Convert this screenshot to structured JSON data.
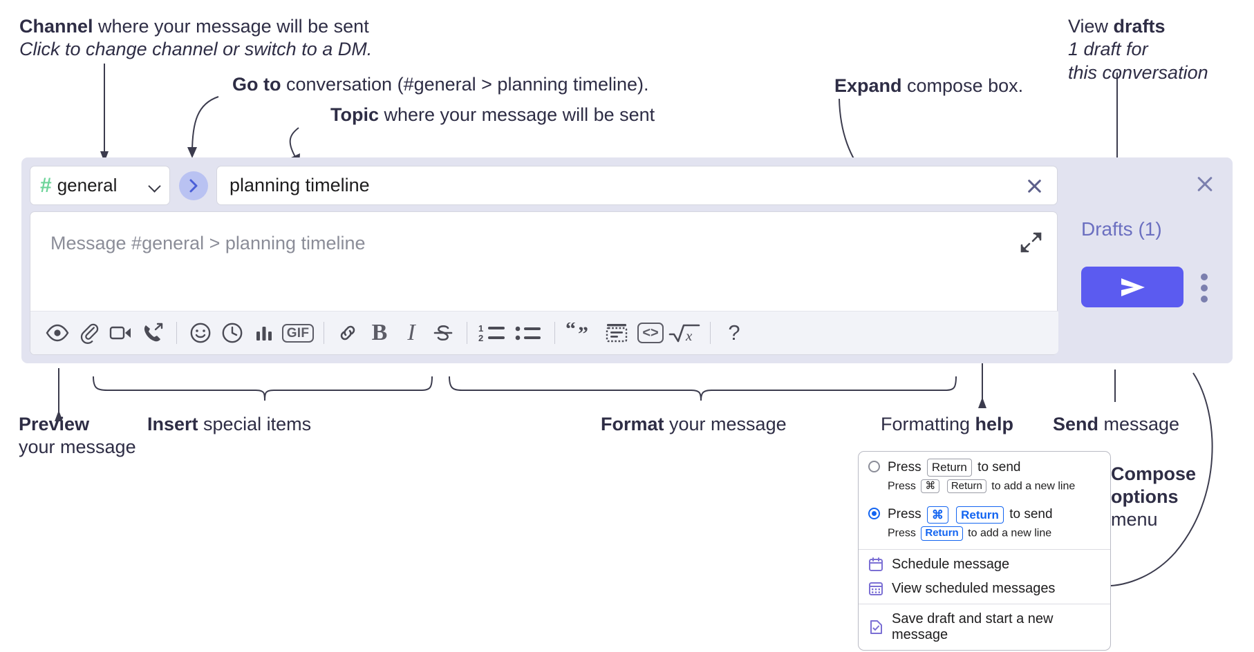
{
  "annotations": {
    "channel": {
      "title_bold": "Channel",
      "title_rest": " where your message will be sent",
      "sub": "Click to change channel or switch to a DM."
    },
    "goto": {
      "bold": "Go to",
      "rest": " conversation (#general > planning timeline)."
    },
    "topic": {
      "bold": "Topic",
      "rest": " where your message will be sent"
    },
    "expand": {
      "bold": "Expand",
      "rest": " compose box."
    },
    "drafts": {
      "bold_lead": "View ",
      "bold": "drafts",
      "sub1": "1 draft for",
      "sub2": "this conversation"
    },
    "preview": {
      "bold": "Preview",
      "rest": "your message"
    },
    "insert": {
      "bold": "Insert",
      "rest": " special items"
    },
    "format": {
      "bold": "Format",
      "rest": " your message"
    },
    "help": {
      "lead": "Formatting ",
      "bold": "help"
    },
    "send": {
      "bold": "Send",
      "rest": " message"
    },
    "compose_options": {
      "bold1": "Compose",
      "bold2": "options",
      "rest": "menu"
    }
  },
  "compose": {
    "channel_name": "general",
    "channel_hash": "#",
    "topic_value": "planning timeline",
    "message_placeholder": "Message #general > planning timeline",
    "toolbar": [
      {
        "name": "preview-eye-icon",
        "label": "Preview"
      },
      {
        "name": "attachment-paperclip-icon",
        "label": "Attach file"
      },
      {
        "name": "video-camera-icon",
        "label": "Record video clip"
      },
      {
        "name": "phone-forward-icon",
        "label": "Record audio clip"
      },
      {
        "name": "emoji-smiley-icon",
        "label": "Emoji"
      },
      {
        "name": "clock-icon",
        "label": "Reminder"
      },
      {
        "name": "bar-chart-icon",
        "label": "Poll"
      },
      {
        "name": "gif-icon",
        "label": "GIF"
      },
      {
        "name": "link-icon",
        "label": "Link"
      },
      {
        "name": "bold-icon",
        "label": "Bold"
      },
      {
        "name": "italic-icon",
        "label": "Italic"
      },
      {
        "name": "strikethrough-icon",
        "label": "Strikethrough"
      },
      {
        "name": "ordered-list-icon",
        "label": "Ordered list"
      },
      {
        "name": "bulleted-list-icon",
        "label": "Bulleted list"
      },
      {
        "name": "blockquote-icon",
        "label": "Blockquote"
      },
      {
        "name": "code-block-icon",
        "label": "Code block"
      },
      {
        "name": "inline-code-icon",
        "label": "Code"
      },
      {
        "name": "math-icon",
        "label": "Math"
      },
      {
        "name": "formatting-help-icon",
        "label": "?"
      }
    ],
    "gif_label": "GIF",
    "code_label": "<>",
    "help_label": "?"
  },
  "drafts_rail": {
    "label": "Drafts (1)",
    "send_label": "Send",
    "close_label": "Close"
  },
  "options_menu": {
    "option1": {
      "press": "Press",
      "key": "Return",
      "to_send": "to send",
      "sub_press": "Press",
      "sub_key1": "⌘",
      "sub_key2": "Return",
      "sub_rest": "to add a new line",
      "selected": false
    },
    "option2": {
      "press": "Press",
      "key1": "⌘",
      "key2": "Return",
      "to_send": "to send",
      "sub_press": "Press",
      "sub_key": "Return",
      "sub_rest": "to add a new line",
      "selected": true
    },
    "items": [
      {
        "label": "Schedule message",
        "icon": "calendar-icon"
      },
      {
        "label": "View scheduled messages",
        "icon": "calendar-grid-icon"
      },
      {
        "label": "Save draft and start a new message",
        "icon": "draft-check-icon"
      }
    ]
  },
  "colors": {
    "panel_bg": "#e2e3f0",
    "send_button": "#5b5bf0",
    "hash_green": "#6ed49a",
    "goto_circle": "#b9c2f2",
    "drafts_text": "#6b6fc0",
    "accent_blue": "#1264f1",
    "text_dark": "#2e2d45"
  }
}
